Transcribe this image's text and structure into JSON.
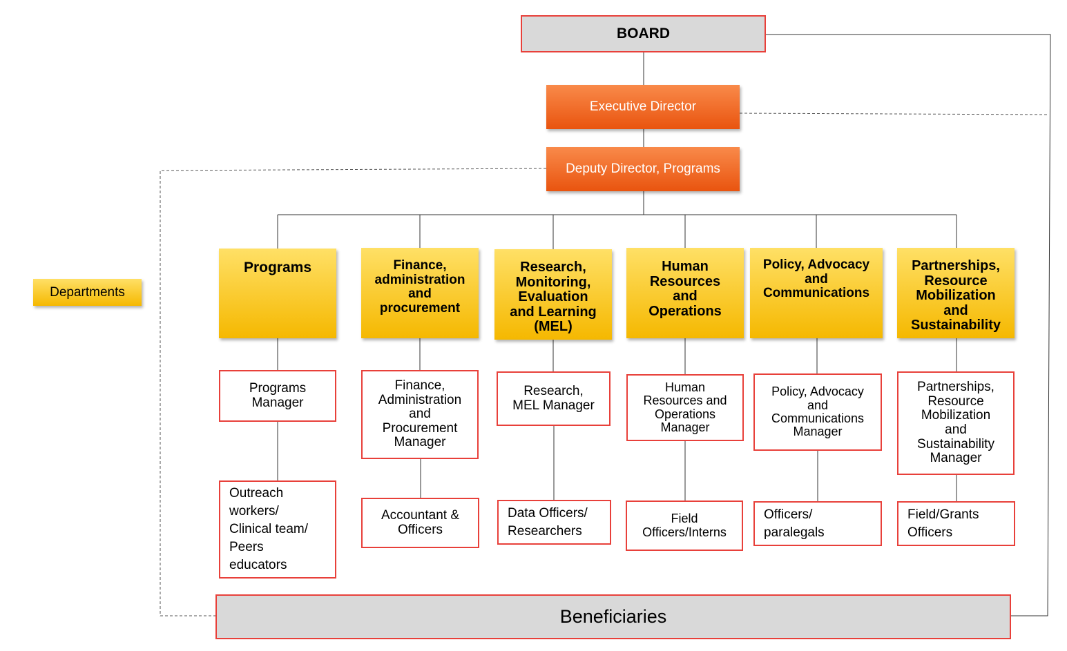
{
  "board": "BOARD",
  "executive_director": "Executive Director",
  "deputy_director": "Deputy Director, Programs",
  "departments_label": "Departments",
  "departments": [
    {
      "name": "Programs",
      "manager": "Programs\nManager",
      "staff": "Outreach\nworkers/\nClinical team/\nPeers\neducators"
    },
    {
      "name": "Finance,\nadministration\nand\nprocurement",
      "manager": "Finance,\nAdministration\nand\nProcurement\nManager",
      "staff": "Accountant  &\nOfficers"
    },
    {
      "name": "Research,\nMonitoring,\nEvaluation\nand Learning\n(MEL)",
      "manager": "Research,\nMEL Manager",
      "staff": "Data Officers/\nResearchers"
    },
    {
      "name": "Human\nResources\nand\nOperations",
      "manager": "Human\nResources and\nOperations\nManager",
      "staff": "Field\nOfficers/Interns"
    },
    {
      "name": "Policy, Advocacy\nand\nCommunications",
      "manager": "Policy, Advocacy\nand\nCommunications\nManager",
      "staff": "Officers/\nparalegals"
    },
    {
      "name": "Partnerships,\nResource\nMobilization\nand\nSustainability",
      "manager": "Partnerships,\nResource\nMobilization\nand\nSustainability\nManager",
      "staff": "Field/Grants\nOfficers"
    }
  ],
  "beneficiaries": "Beneficiaries",
  "colors": {
    "board_fill": "#d9d9d9",
    "border_red": "#e8403a",
    "executive_orange": "#ee6a2a",
    "department_gold": "#f8c21a"
  }
}
